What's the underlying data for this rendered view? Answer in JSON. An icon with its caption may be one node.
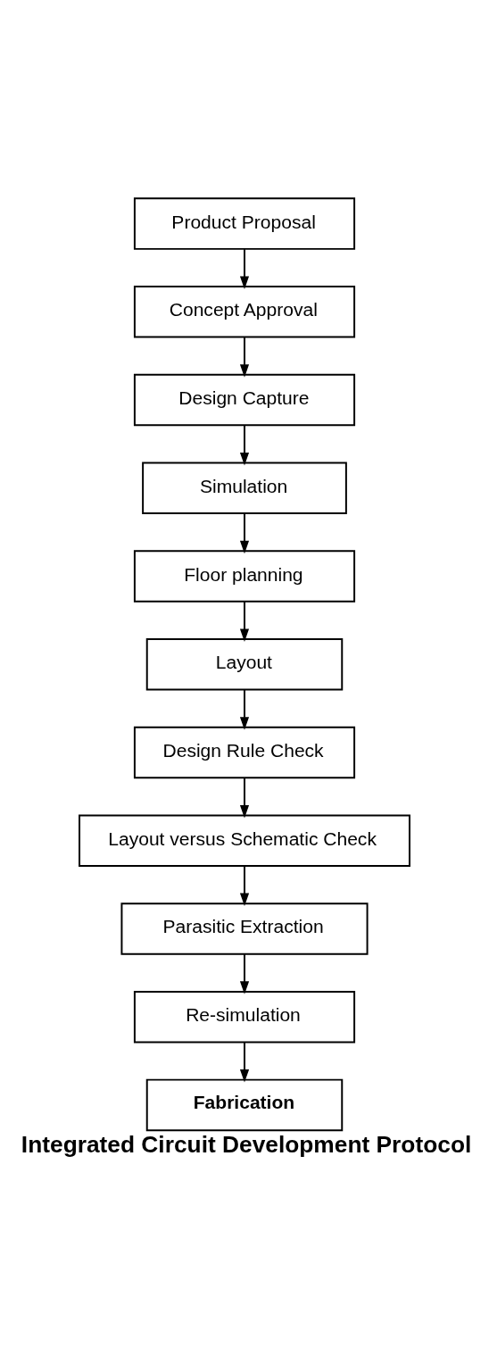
{
  "diagram": {
    "title": "Integrated Circuit Development Protocol",
    "nodes": [
      {
        "text": [
          "Product Proposal"
        ]
      },
      {
        "text": [
          "Concept Approval"
        ]
      },
      {
        "text": [
          "Design Capture"
        ]
      },
      {
        "text": [
          "Simulation"
        ]
      },
      {
        "text": [
          "Floor planning"
        ]
      },
      {
        "text": [
          "Layout"
        ]
      },
      {
        "text": [
          "Design Rule Check"
        ]
      },
      {
        "text": [
          "Layout versus Schematic Check"
        ]
      },
      {
        "text": [
          "Parasitic Extraction"
        ]
      },
      {
        "text": [
          "Re-simulation"
        ]
      },
      {
        "text": [
          "Fabrication"
        ]
      }
    ],
    "edges": [
      {
        "from": 0,
        "to": 1,
        "arrow": "to"
      },
      {
        "from": 1,
        "to": 2,
        "arrow": "to"
      },
      {
        "from": 2,
        "to": 3,
        "arrow": "to"
      },
      {
        "from": 3,
        "to": 4,
        "arrow": "to"
      },
      {
        "from": 4,
        "to": 5,
        "arrow": "to"
      },
      {
        "from": 5,
        "to": 6,
        "arrow": "to"
      },
      {
        "from": 6,
        "to": 7,
        "arrow": "to"
      },
      {
        "from": 7,
        "to": 8,
        "arrow": "to"
      },
      {
        "from": 8,
        "to": 9,
        "arrow": "to"
      },
      {
        "from": 9,
        "to": 10,
        "arrow": "to"
      }
    ]
  }
}
